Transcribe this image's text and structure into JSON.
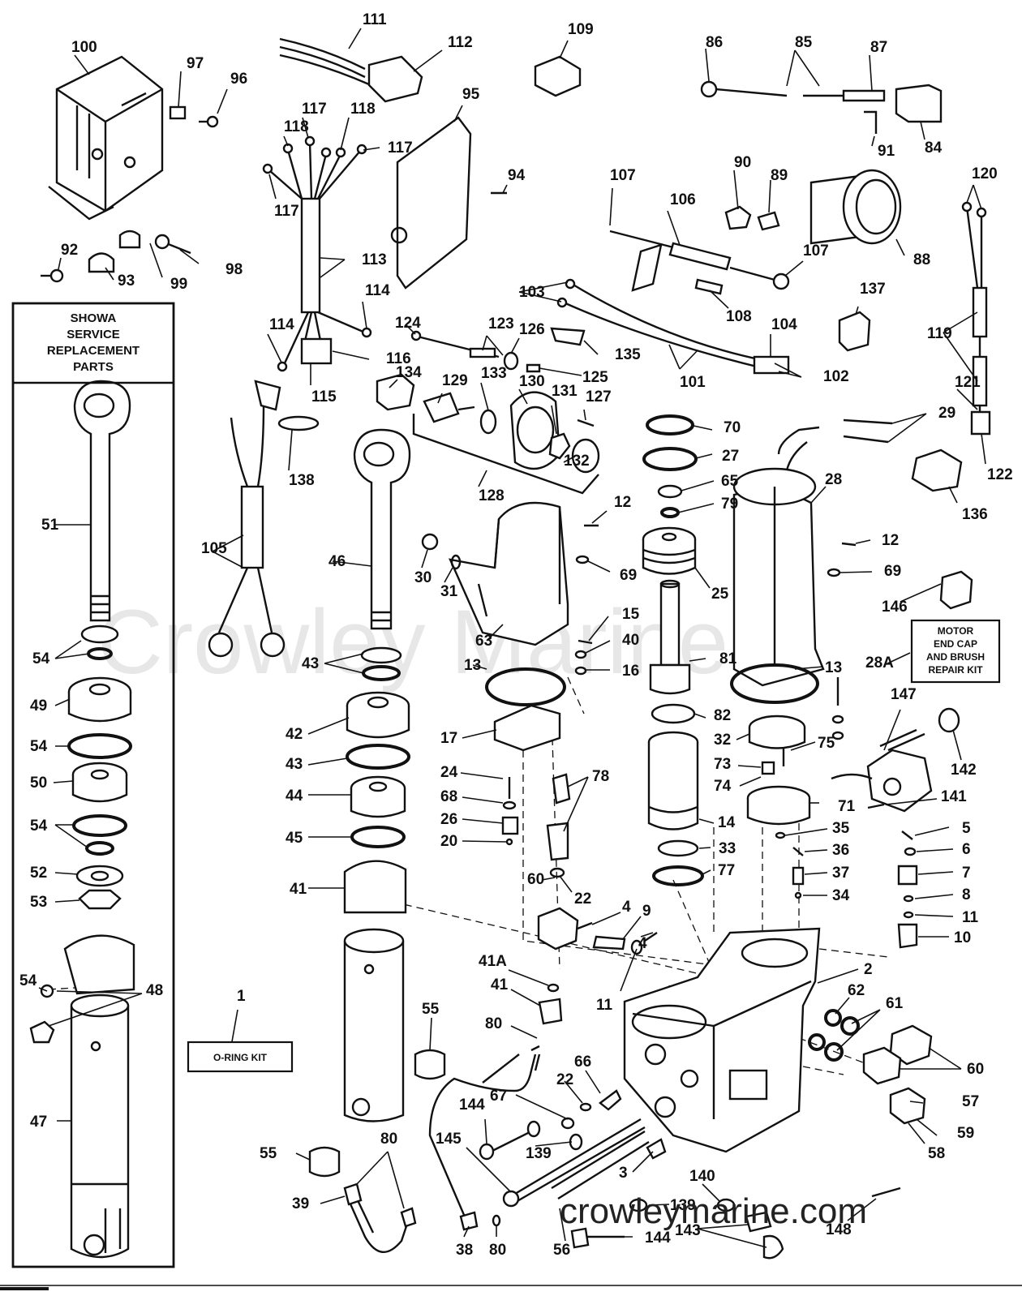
{
  "watermark": "Crowley Marine",
  "site": "crowleymarine.com",
  "showa_box": [
    "SHOWA",
    "SERVICE",
    "REPLACEMENT",
    "PARTS"
  ],
  "motor_kit_box": [
    "MOTOR",
    "END CAP",
    "AND BRUSH",
    "REPAIR KIT"
  ],
  "oring_kit_box": "O-RING KIT",
  "callouts": [
    {
      "n": "111"
    },
    {
      "n": "112"
    },
    {
      "n": "109"
    },
    {
      "n": "86"
    },
    {
      "n": "85"
    },
    {
      "n": "87"
    },
    {
      "n": "84"
    },
    {
      "n": "91"
    },
    {
      "n": "100"
    },
    {
      "n": "97"
    },
    {
      "n": "96"
    },
    {
      "n": "95"
    },
    {
      "n": "94"
    },
    {
      "n": "117"
    },
    {
      "n": "118"
    },
    {
      "n": "118"
    },
    {
      "n": "117"
    },
    {
      "n": "117"
    },
    {
      "n": "113"
    },
    {
      "n": "114"
    },
    {
      "n": "114"
    },
    {
      "n": "116"
    },
    {
      "n": "115"
    },
    {
      "n": "92"
    },
    {
      "n": "93"
    },
    {
      "n": "99"
    },
    {
      "n": "98"
    },
    {
      "n": "107"
    },
    {
      "n": "106"
    },
    {
      "n": "90"
    },
    {
      "n": "89"
    },
    {
      "n": "88"
    },
    {
      "n": "107"
    },
    {
      "n": "108"
    },
    {
      "n": "103"
    },
    {
      "n": "104"
    },
    {
      "n": "101"
    },
    {
      "n": "102"
    },
    {
      "n": "120"
    },
    {
      "n": "137"
    },
    {
      "n": "119"
    },
    {
      "n": "121"
    },
    {
      "n": "122"
    },
    {
      "n": "124"
    },
    {
      "n": "123"
    },
    {
      "n": "126"
    },
    {
      "n": "135"
    },
    {
      "n": "125"
    },
    {
      "n": "134"
    },
    {
      "n": "129"
    },
    {
      "n": "133"
    },
    {
      "n": "130"
    },
    {
      "n": "131"
    },
    {
      "n": "127"
    },
    {
      "n": "132"
    },
    {
      "n": "128"
    },
    {
      "n": "138"
    },
    {
      "n": "105"
    },
    {
      "n": "51"
    },
    {
      "n": "46"
    },
    {
      "n": "30"
    },
    {
      "n": "31"
    },
    {
      "n": "12"
    },
    {
      "n": "69"
    },
    {
      "n": "63"
    },
    {
      "n": "15"
    },
    {
      "n": "40"
    },
    {
      "n": "16"
    },
    {
      "n": "13"
    },
    {
      "n": "70"
    },
    {
      "n": "27"
    },
    {
      "n": "65"
    },
    {
      "n": "79"
    },
    {
      "n": "25"
    },
    {
      "n": "81"
    },
    {
      "n": "28"
    },
    {
      "n": "29"
    },
    {
      "n": "136"
    },
    {
      "n": "12"
    },
    {
      "n": "69"
    },
    {
      "n": "146"
    },
    {
      "n": "28A"
    },
    {
      "n": "13"
    },
    {
      "n": "54"
    },
    {
      "n": "43"
    },
    {
      "n": "49"
    },
    {
      "n": "42"
    },
    {
      "n": "43"
    },
    {
      "n": "54"
    },
    {
      "n": "50"
    },
    {
      "n": "44"
    },
    {
      "n": "54"
    },
    {
      "n": "45"
    },
    {
      "n": "52"
    },
    {
      "n": "53"
    },
    {
      "n": "41"
    },
    {
      "n": "17"
    },
    {
      "n": "24"
    },
    {
      "n": "68"
    },
    {
      "n": "26"
    },
    {
      "n": "20"
    },
    {
      "n": "78"
    },
    {
      "n": "82"
    },
    {
      "n": "32"
    },
    {
      "n": "75"
    },
    {
      "n": "73"
    },
    {
      "n": "74"
    },
    {
      "n": "14"
    },
    {
      "n": "71"
    },
    {
      "n": "35"
    },
    {
      "n": "33"
    },
    {
      "n": "36"
    },
    {
      "n": "77"
    },
    {
      "n": "37"
    },
    {
      "n": "34"
    },
    {
      "n": "147"
    },
    {
      "n": "142"
    },
    {
      "n": "141"
    },
    {
      "n": "5"
    },
    {
      "n": "6"
    },
    {
      "n": "7"
    },
    {
      "n": "8"
    },
    {
      "n": "11"
    },
    {
      "n": "10"
    },
    {
      "n": "60"
    },
    {
      "n": "22"
    },
    {
      "n": "4"
    },
    {
      "n": "9"
    },
    {
      "n": "4"
    },
    {
      "n": "41A"
    },
    {
      "n": "41"
    },
    {
      "n": "11"
    },
    {
      "n": "2"
    },
    {
      "n": "62"
    },
    {
      "n": "61"
    },
    {
      "n": "60"
    },
    {
      "n": "54"
    },
    {
      "n": "48"
    },
    {
      "n": "1"
    },
    {
      "n": "55"
    },
    {
      "n": "80"
    },
    {
      "n": "66"
    },
    {
      "n": "22"
    },
    {
      "n": "67"
    },
    {
      "n": "144"
    },
    {
      "n": "139"
    },
    {
      "n": "145"
    },
    {
      "n": "57"
    },
    {
      "n": "59"
    },
    {
      "n": "58"
    },
    {
      "n": "47"
    },
    {
      "n": "55"
    },
    {
      "n": "80"
    },
    {
      "n": "39"
    },
    {
      "n": "38"
    },
    {
      "n": "80"
    },
    {
      "n": "3"
    },
    {
      "n": "140"
    },
    {
      "n": "56"
    },
    {
      "n": "139"
    },
    {
      "n": "143"
    },
    {
      "n": "144"
    },
    {
      "n": "148"
    }
  ]
}
